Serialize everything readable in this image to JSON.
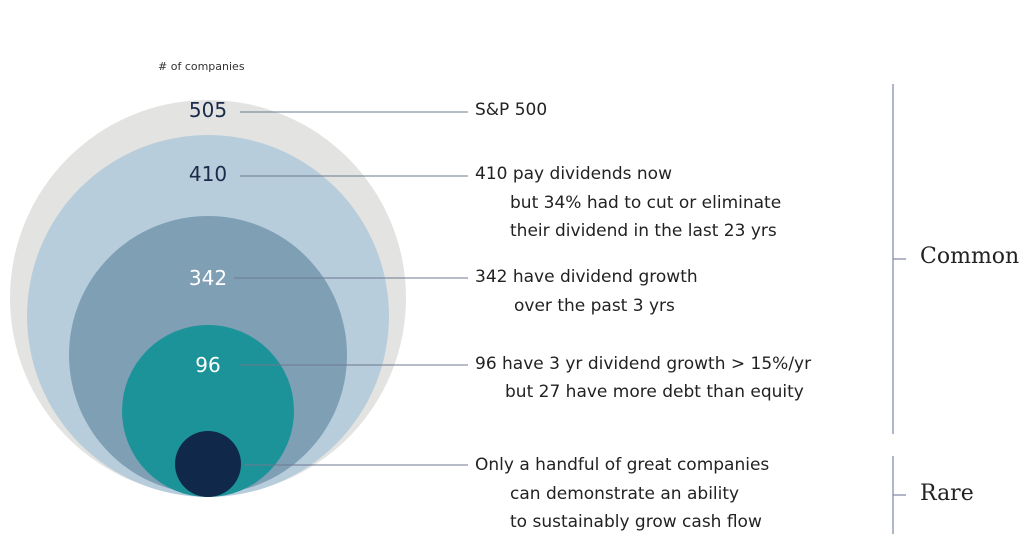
{
  "header": {
    "unit_label": "# of companies"
  },
  "colors": {
    "outer": "#e3e3e1",
    "dividend_payers": "#b7cddb",
    "growth": "#7f9fb5",
    "high_growth": "#1c9399",
    "rare": "#10284a",
    "leader_line": "#6e7890",
    "bracket": "#7f86a6",
    "num_dark": "#1b2c4b",
    "num_light": "#ffffff"
  },
  "levels": [
    {
      "count": "505",
      "lines": [
        "S&P 500"
      ]
    },
    {
      "count": "410",
      "lines": [
        "410 pay dividends now",
        "but 34% had to cut or eliminate",
        "their dividend in the last 23 yrs"
      ]
    },
    {
      "count": "342",
      "lines": [
        "342 have dividend growth",
        "over the past 3 yrs"
      ]
    },
    {
      "count": "96",
      "lines": [
        "96 have 3 yr dividend growth > 15%/yr",
        "but 27 have more debt than equity"
      ]
    },
    {
      "count": "",
      "lines": [
        "Only a handful of great companies",
        "can demonstrate an ability",
        "to sustainably grow cash flow"
      ]
    }
  ],
  "categories": {
    "common": "Common",
    "rare": "Rare"
  }
}
